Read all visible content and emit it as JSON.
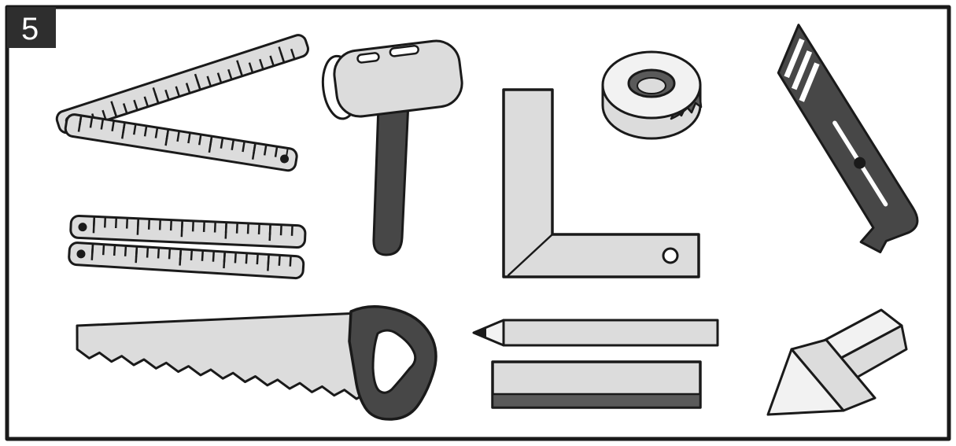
{
  "step": {
    "number": "5"
  },
  "colors": {
    "outline": "#1a1a1a",
    "badge": "#2e2e2e",
    "light": "#dcdcdc",
    "lighter": "#f2f2f2",
    "mid": "#5a5a5a",
    "dark": "#474747",
    "white": "#ffffff",
    "paper": "#ffffff"
  },
  "tools": {
    "items": [
      "folding-ruler",
      "rubber-mallet",
      "carpenters-square",
      "tape-roll",
      "utility-knife",
      "hand-saw",
      "pencil",
      "straightedge",
      "wooden-wedges"
    ]
  }
}
